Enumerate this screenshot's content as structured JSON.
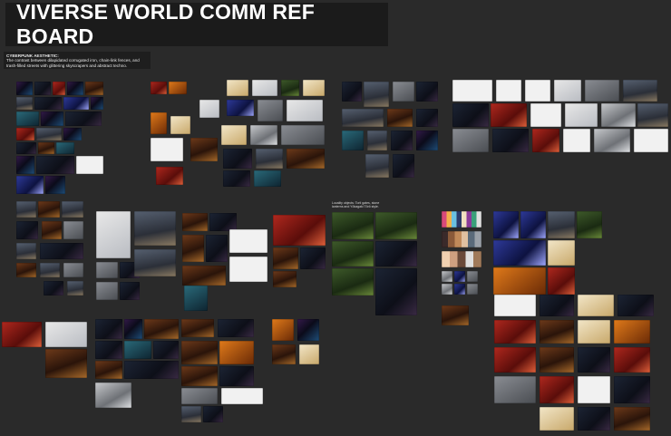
{
  "board": {
    "title": "VIVERSE WORLD COMM REF BOARD",
    "note_heading": "CYBERPUNK AESTHETIC:",
    "note_body": "The contrast between dilapidated corrugated iron, chain-link fences, and trash-filled streets with glittering skyscrapers and abstract techno."
  },
  "labels": {
    "shrine_caption": "Locality objects: Torii gates, stone lanterns and Yōkagaki Tōrō style."
  },
  "colors": {
    "background": "#2a2a2a",
    "title_bar": "#1b1b1b",
    "title_text": "#ffffff"
  }
}
